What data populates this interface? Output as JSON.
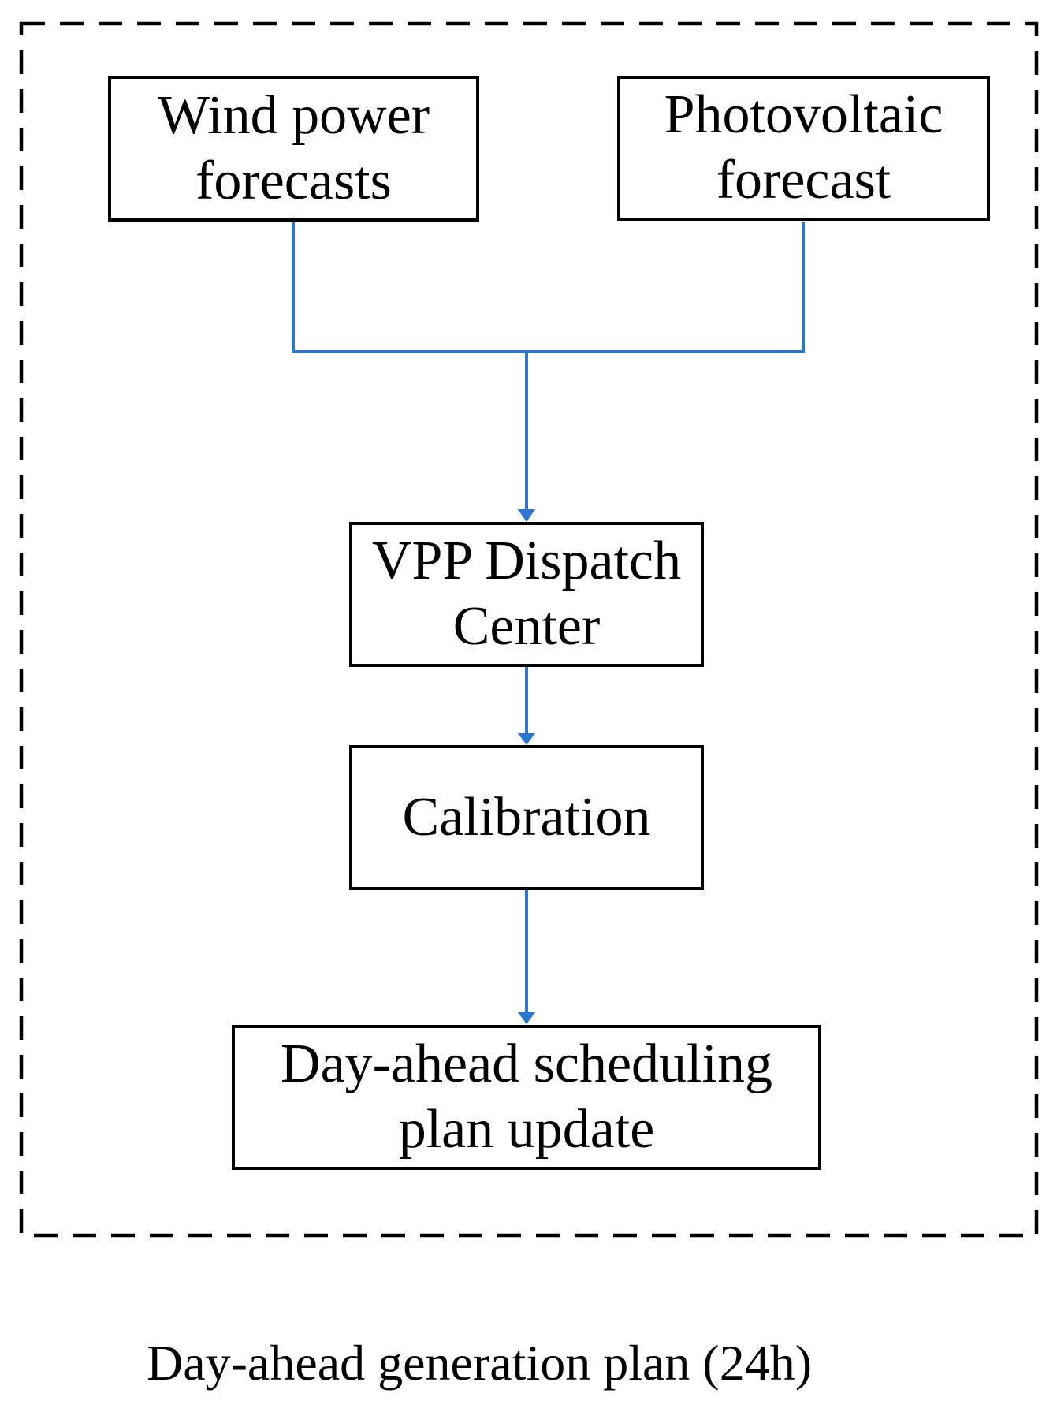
{
  "figure": {
    "type": "flowchart",
    "caption": "Day-ahead generation plan (24h)",
    "nodes": [
      {
        "id": "wind-power-forecasts",
        "label": "Wind power forecasts",
        "lines": [
          "Wind power",
          "forecasts"
        ]
      },
      {
        "id": "photovoltaic-forecast",
        "label": "Photovoltaic forecast",
        "lines": [
          "Photovoltaic",
          "forecast"
        ]
      },
      {
        "id": "vpp-dispatch-center",
        "label": "VPP Dispatch Center",
        "lines": [
          "VPP Dispatch",
          "Center"
        ]
      },
      {
        "id": "calibration",
        "label": "Calibration",
        "lines": [
          "Calibration"
        ]
      },
      {
        "id": "day-ahead-scheduling-plan-update",
        "label": "Day-ahead scheduling plan update",
        "lines": [
          "Day-ahead scheduling",
          "plan update"
        ]
      }
    ],
    "edges": [
      {
        "from": "wind-power-forecasts",
        "to": "vpp-dispatch-center",
        "arrow": true,
        "style": "elbow-merge"
      },
      {
        "from": "photovoltaic-forecast",
        "to": "vpp-dispatch-center",
        "arrow": true,
        "style": "elbow-merge"
      },
      {
        "from": "vpp-dispatch-center",
        "to": "calibration",
        "arrow": true,
        "style": "straight"
      },
      {
        "from": "calibration",
        "to": "day-ahead-scheduling-plan-update",
        "arrow": true,
        "style": "straight"
      }
    ],
    "boundary": {
      "style": "dashed",
      "encloses": "all nodes"
    },
    "colors": {
      "connector": "#2E75CE",
      "box_border": "#000000",
      "dashed_boundary": "#000000",
      "text": "#000000",
      "background": "#FFFFFF"
    }
  }
}
